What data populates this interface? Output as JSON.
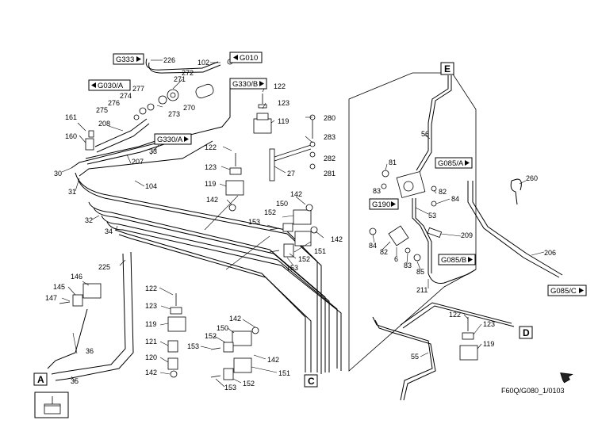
{
  "drawing_code": "F60Q/G080_1/0103",
  "refs": {
    "G333": "G333",
    "G010": "G010",
    "G030A": "G030/A",
    "G330B": "G330/B",
    "G330A": "G330/A",
    "G085A": "G085/A",
    "G190": "G190",
    "G085B": "G085/B",
    "G085C": "G085/C"
  },
  "letters": {
    "A": "A",
    "C": "C",
    "D": "D",
    "E": "E"
  },
  "parts": {
    "p226": "226",
    "p102": "102",
    "p272": "272",
    "p271": "271",
    "p277": "277",
    "p274": "274",
    "p276": "276",
    "p275": "275",
    "p270": "270",
    "p273": "273",
    "p122a": "122",
    "p123a": "123",
    "p119a": "119",
    "p161": "161",
    "p208": "208",
    "p160": "160",
    "p30": "30",
    "p207": "207",
    "p33": "33",
    "p104": "104",
    "p31": "31",
    "p280": "280",
    "p283": "283",
    "p282": "282",
    "p281": "281",
    "p27": "27",
    "p122b": "122",
    "p123b": "123",
    "p119b": "119",
    "p142a": "142",
    "p32": "32",
    "p34": "34",
    "p142b": "142",
    "p150a": "150",
    "p152a": "152",
    "p153a": "153",
    "p142c": "142",
    "p151a": "151",
    "p152b": "152",
    "p153b": "153",
    "p225": "225",
    "p146": "146",
    "p145": "145",
    "p147": "147",
    "p122c": "122",
    "p123c": "123",
    "p119c": "119",
    "p121": "121",
    "p120": "120",
    "p142d": "142",
    "p142e": "142",
    "p150b": "150",
    "p152c": "152",
    "p153c": "153",
    "p142f": "142",
    "p151b": "151",
    "p152d": "152",
    "p153d": "153",
    "p36": "36",
    "p35": "35",
    "p56": "56",
    "p81": "81",
    "p83a": "83",
    "p82a": "82",
    "p84a": "84",
    "p53": "53",
    "p84b": "84",
    "p82b": "82",
    "p6": "6",
    "p83b": "83",
    "p85": "85",
    "p209": "209",
    "p211": "211",
    "p260": "260",
    "p206": "206",
    "p122d": "122",
    "p123d": "123",
    "p119d": "119",
    "p55": "55"
  }
}
